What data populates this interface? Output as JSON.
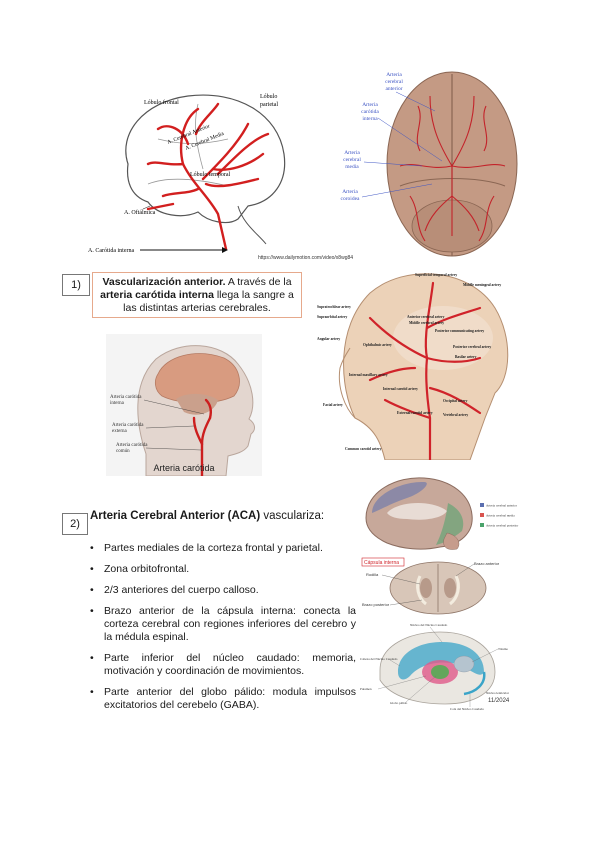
{
  "figure1": {
    "lobulo_frontal": "Lóbulo frontal",
    "lobulo_parietal_1": "Lóbulo",
    "lobulo_parietal_2": "parietal",
    "a_cerebral_anterior": "A. Cerebral Anterior",
    "a_cerebral_media": "A. Cerebral Media",
    "lobulo_temporal": "Lóbulo temporal",
    "a_oftalmica": "A. Oftálmica",
    "a_carotida_interna": "A. Carótida interna"
  },
  "figure2": {
    "label_aca": [
      "Arteria",
      "cerebral",
      "anterior"
    ],
    "label_aci": [
      "Arteria",
      "carótida",
      "interna"
    ],
    "label_acm": [
      "Arteria",
      "cerebral",
      "media"
    ],
    "label_acoroidea": [
      "Arteria",
      "coroidea"
    ],
    "url": "https://www.dailymotion.com/video/x8wg84"
  },
  "section1": {
    "number": "1)",
    "bold_1": "Vascularización anterior.",
    "text_1": " A través de la",
    "bold_2": "arteria carótida interna",
    "text_2": " llega la sangre a",
    "text_3": "las distintas arterias cerebrales."
  },
  "figure3": {
    "label_1": "Arteria carótida",
    "label_1b": "interna",
    "label_2": "Arteria carótida",
    "label_2b": "externa",
    "label_3": "Arteria carótida",
    "label_3b": "común",
    "caption": "Arteria carótida"
  },
  "figure4": {
    "labels": [
      "Superficial temporal artery",
      "Middle meningeal artery",
      "Supratrochlear artery",
      "Supraorbital artery",
      "Anterior cerebral artery",
      "Middle cerebral artery",
      "Posterior communicating artery",
      "Angular artery",
      "Ophthalmic artery",
      "Posterior cerebral artery",
      "Basilar artery",
      "Internal maxillary artery",
      "Internal carotid artery",
      "Occipital artery",
      "Facial artery",
      "External carotid artery",
      "Vertebral artery",
      "Common carotid artery"
    ]
  },
  "section2": {
    "number": "2)",
    "title_bold": "Arteria Cerebral Anterior (ACA)",
    "title_rest": " vasculariza:",
    "bullets": [
      "Partes mediales de la corteza frontal y parietal.",
      "Zona orbitofrontal.",
      "2/3 anteriores del cuerpo calloso.",
      "Brazo anterior de la cápsula interna: conecta la corteza cerebral con regiones inferiores del cerebro y la médula espinal.",
      "Parte inferior del núcleo caudado: memoria, motivación y coordinación de movimientos.",
      "Parte anterior del globo pálido: modula impulsos excitatorios del cerebelo (GABA)."
    ]
  },
  "figure5": {
    "legend": [
      "Arteria cerebral anterior",
      "Arteria cerebral media",
      "Arteria cerebral posterior"
    ],
    "colors": [
      "#5b6fb0",
      "#d9544f",
      "#4aa36b"
    ]
  },
  "figure6": {
    "title": "Cápsula interna",
    "label_1": "Brazo anterior",
    "label_2": "Rodilla",
    "label_3": "Brazo posterior"
  },
  "figure7": {
    "top": "Núcleo del Núcleo Caudado",
    "label_1": "Tálamo",
    "label_2": "Cabeza del Núcleo Caudado",
    "label_3": "Putamen",
    "label_4": "Globo pálido",
    "label_5": "Cola del Núcleo Caudado",
    "label_6": "Núcleo lenticular",
    "date": "11/2024"
  }
}
